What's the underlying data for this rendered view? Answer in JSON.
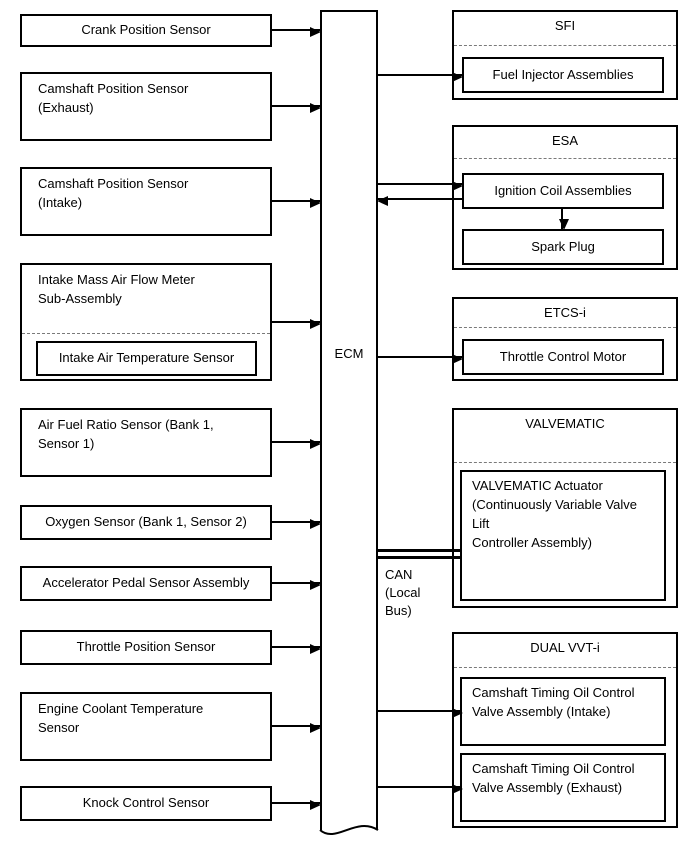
{
  "diagram": {
    "ecm_label": "ECM",
    "can_label": "CAN (Local Bus)",
    "sensors": [
      {
        "label": "Crank Position Sensor"
      },
      {
        "label": "Camshaft Position Sensor\n(Exhaust)"
      },
      {
        "label": "Camshaft Position Sensor\n(Intake)"
      },
      {
        "label": "Intake Mass Air Flow Meter\nSub-Assembly",
        "sub": "Intake Air Temperature Sensor"
      },
      {
        "label": "Air Fuel Ratio Sensor (Bank 1,\nSensor 1)"
      },
      {
        "label": "Oxygen Sensor (Bank 1, Sensor 2)"
      },
      {
        "label": "Accelerator Pedal Sensor Assembly"
      },
      {
        "label": "Throttle Position Sensor"
      },
      {
        "label": "Engine Coolant Temperature\nSensor"
      },
      {
        "label": "Knock Control Sensor"
      }
    ],
    "groups": [
      {
        "title": "SFI",
        "items": [
          "Fuel Injector Assemblies"
        ]
      },
      {
        "title": "ESA",
        "items": [
          "Ignition Coil Assemblies",
          "Spark Plug"
        ]
      },
      {
        "title": "ETCS-i",
        "items": [
          "Throttle Control Motor"
        ]
      },
      {
        "title": "VALVEMATIC",
        "items": [
          "VALVEMATIC Actuator\n(Continuously Variable Valve Lift\nController Assembly)"
        ]
      },
      {
        "title": "DUAL VVT-i",
        "items": [
          "Camshaft Timing Oil Control\nValve Assembly (Intake)",
          "Camshaft Timing Oil Control\nValve Assembly (Exhaust)"
        ]
      }
    ]
  }
}
